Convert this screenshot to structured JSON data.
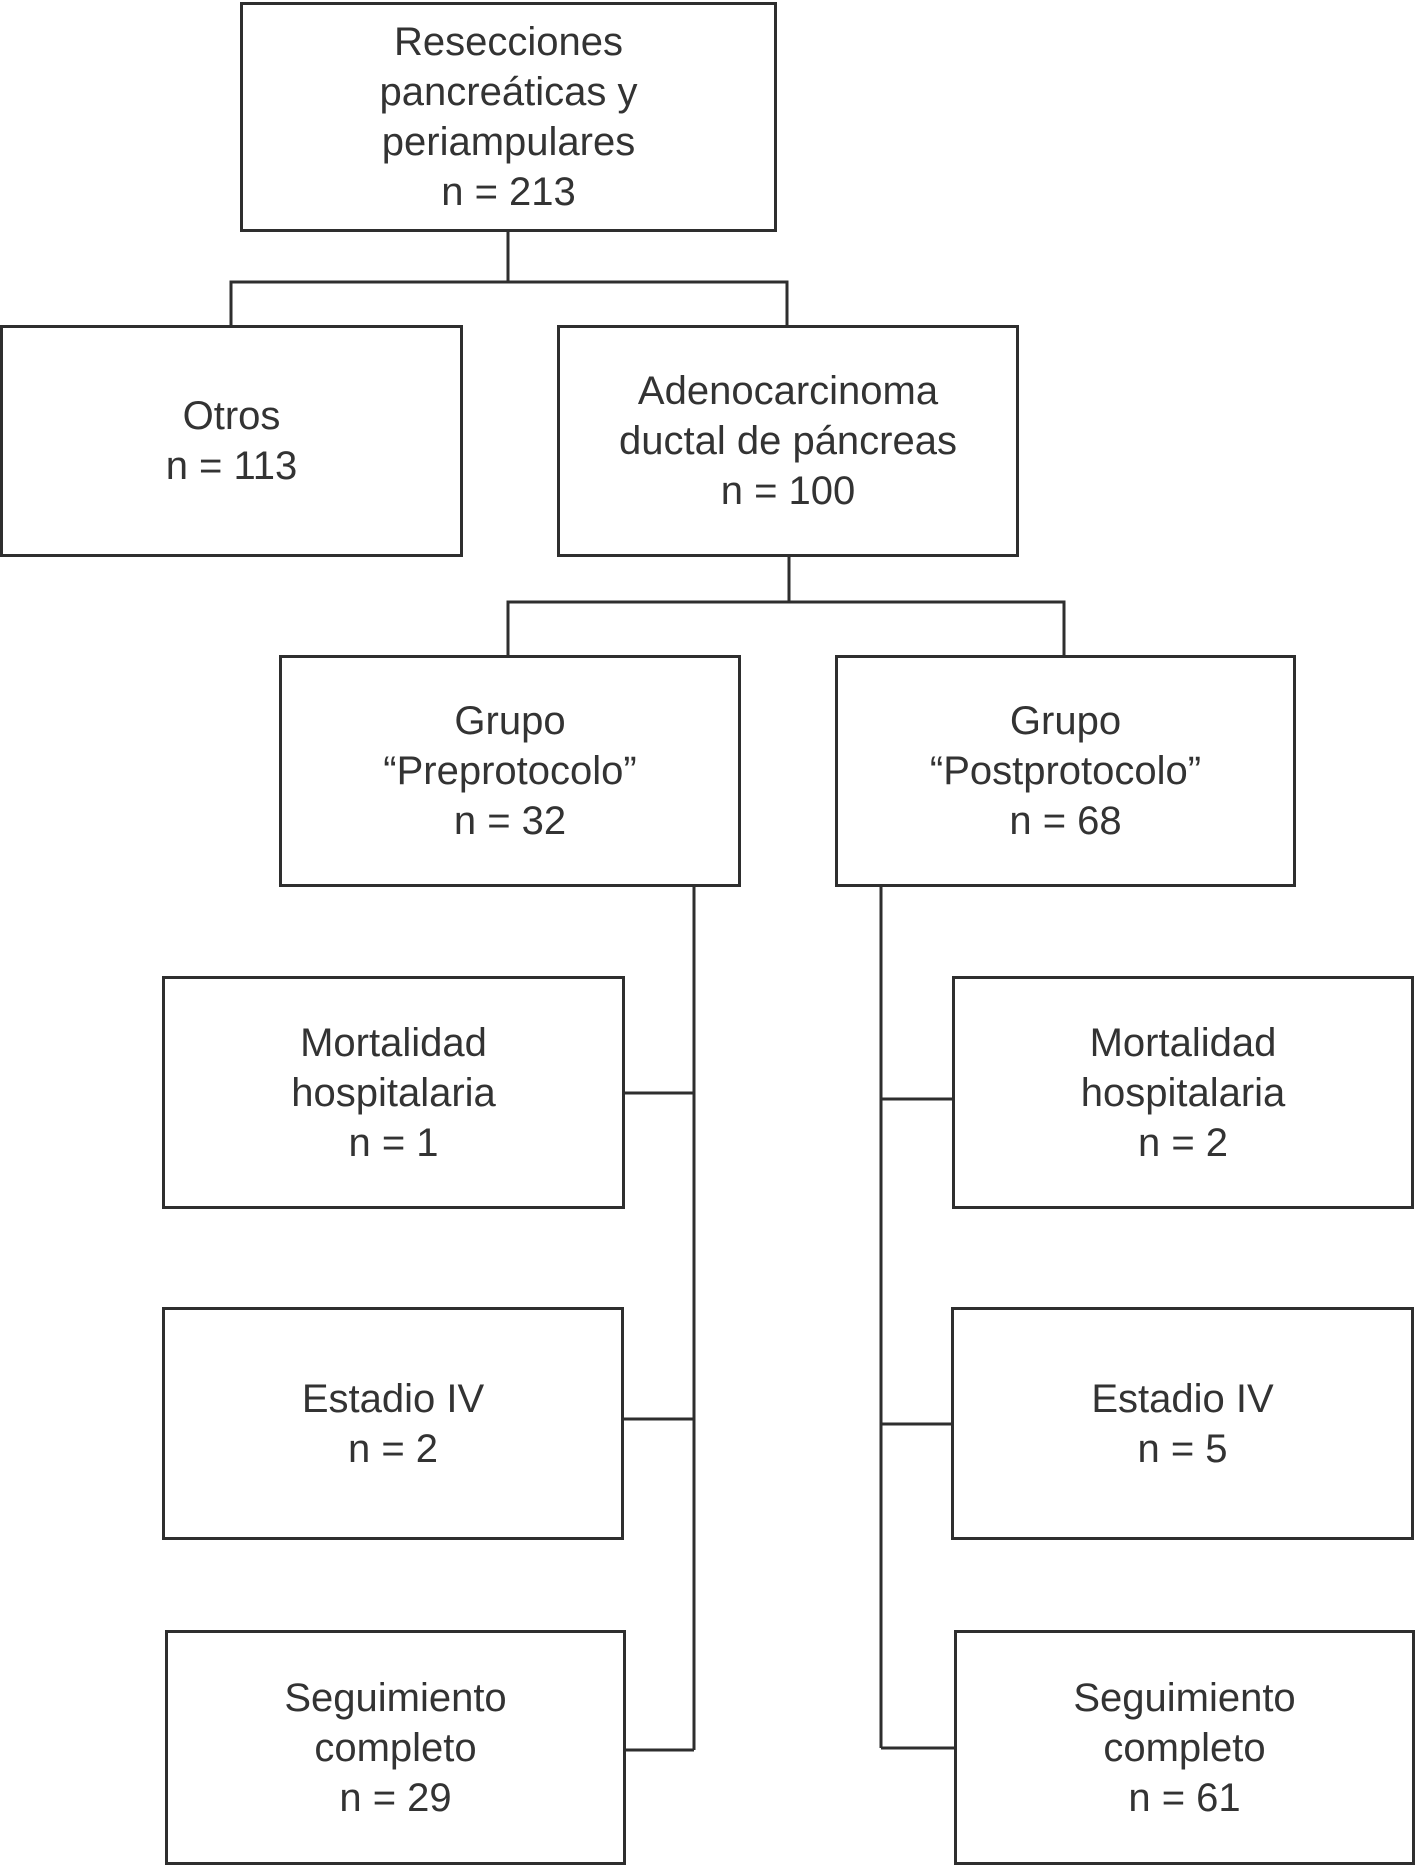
{
  "diagram": {
    "root": {
      "lines": [
        "Resecciones",
        "pancreáticas y",
        "periampulares",
        "n = 213"
      ]
    },
    "otros": {
      "lines": [
        "Otros",
        "n = 113"
      ]
    },
    "adenocarcinoma": {
      "lines": [
        "Adenocarcinoma",
        "ductal de páncreas",
        "n = 100"
      ]
    },
    "pre": {
      "group": {
        "lines": [
          "Grupo",
          "“Preprotocolo”",
          "n = 32"
        ]
      },
      "mortalidad": {
        "lines": [
          "Mortalidad",
          "hospitalaria",
          "n = 1"
        ]
      },
      "estadio": {
        "lines": [
          "Estadio IV",
          "n = 2"
        ]
      },
      "seguimiento": {
        "lines": [
          "Seguimiento",
          "completo",
          "n = 29"
        ]
      }
    },
    "post": {
      "group": {
        "lines": [
          "Grupo",
          "“Postprotocolo”",
          "n = 68"
        ]
      },
      "mortalidad": {
        "lines": [
          "Mortalidad",
          "hospitalaria",
          "n = 2"
        ]
      },
      "estadio": {
        "lines": [
          "Estadio IV",
          "n = 5"
        ]
      },
      "seguimiento": {
        "lines": [
          "Seguimiento",
          "completo",
          "n = 61"
        ]
      }
    }
  }
}
